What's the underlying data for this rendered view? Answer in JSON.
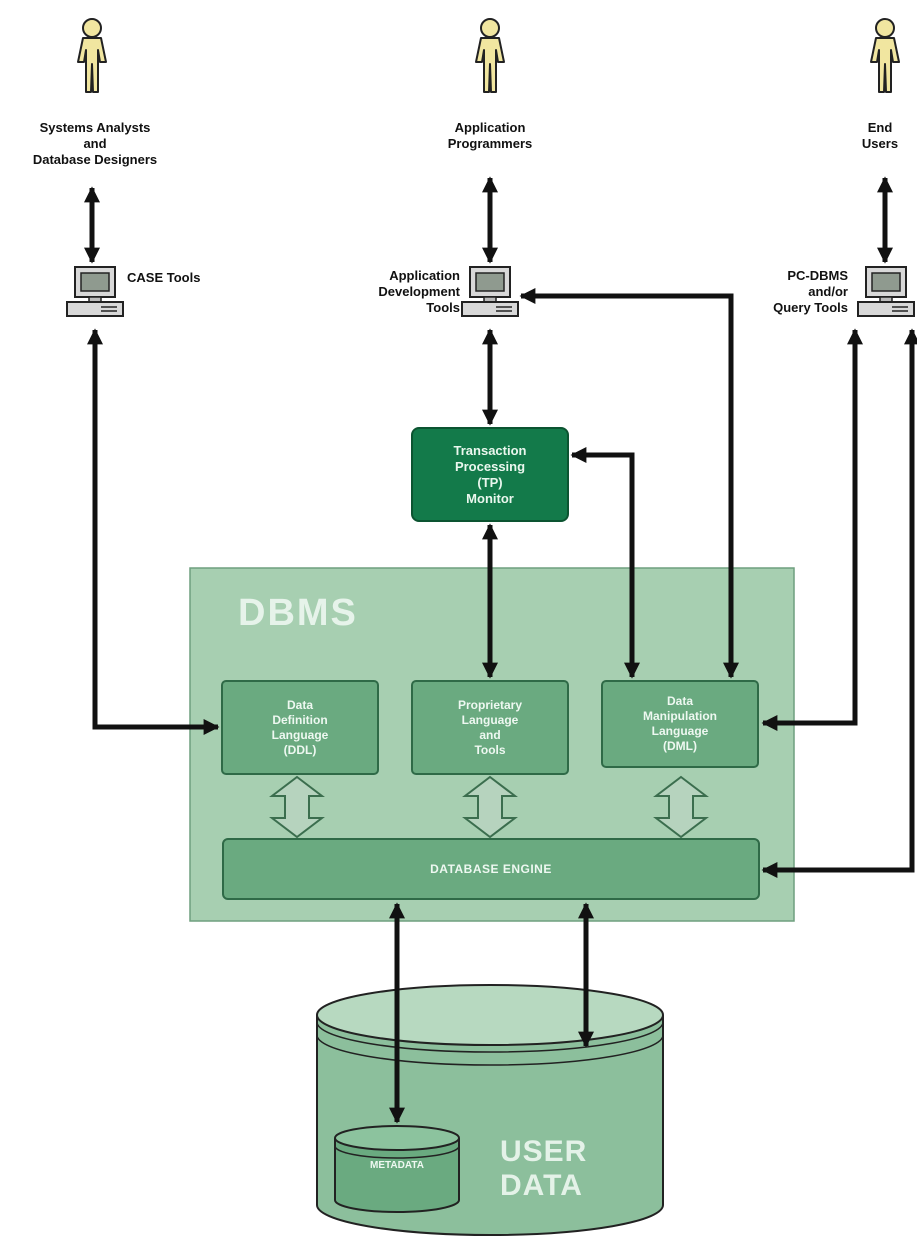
{
  "actors": {
    "analysts": "Systems Analysts\nand\nDatabase Designers",
    "programmers": "Application\nProgrammers",
    "end_users": "End\nUsers"
  },
  "tools": {
    "case": "CASE Tools",
    "app_dev": "Application\nDevelopment\nTools",
    "pc_dbms": "PC-DBMS\nand/or\nQuery Tools"
  },
  "tp_monitor": "Transaction\nProcessing\n(TP)\nMonitor",
  "dbms": {
    "title": "DBMS",
    "ddl": "Data\nDefinition\nLanguage\n(DDL)",
    "prog": "Proprietary\nLanguage\nand\nTools",
    "dml": "Data\nManipulation\nLanguage\n(DML)",
    "engine": "DATABASE ENGINE"
  },
  "storage": {
    "metadata": "METADATA",
    "user_data": "USER\nDATA"
  },
  "colors": {
    "dbms_fill": "#a7cfb1",
    "box_fill": "#6aaa80",
    "tp_fill": "#137a4a",
    "actor_fill": "#f1e6a0"
  }
}
